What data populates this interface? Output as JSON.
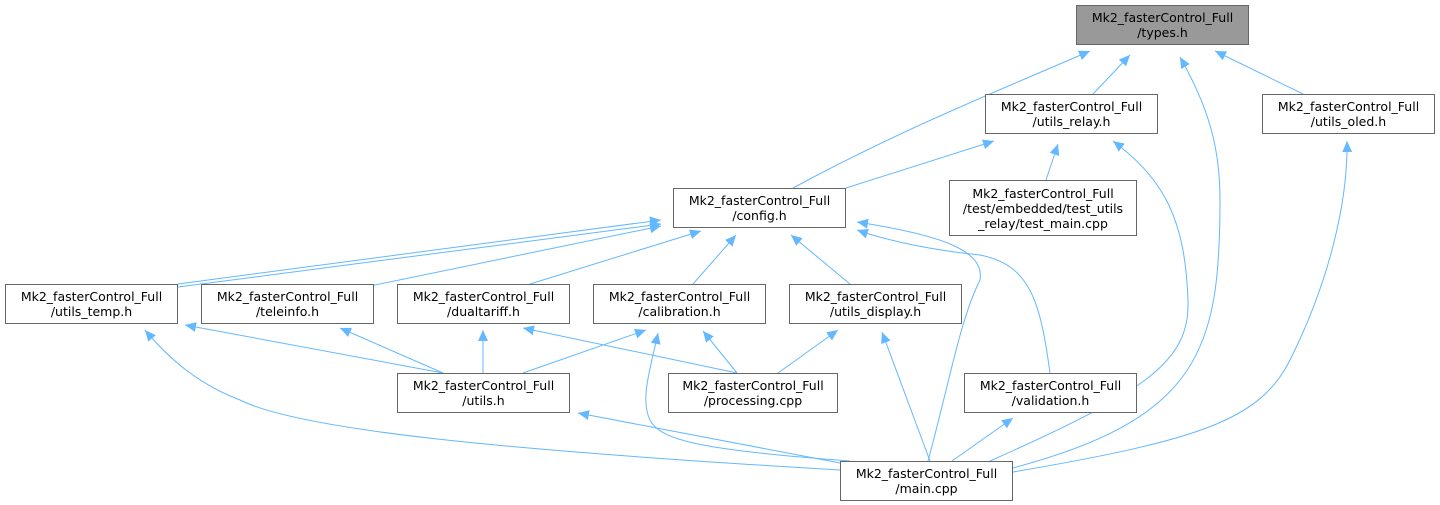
{
  "colors": {
    "edge": "#63b8ff",
    "border": "#666666",
    "root_fill": "#999999"
  },
  "nodes": [
    {
      "id": "types",
      "lines": [
        "Mk2_fasterControl_Full",
        "/types.h"
      ],
      "root": true
    },
    {
      "id": "relay",
      "lines": [
        "Mk2_fasterControl_Full",
        "/utils_relay.h"
      ]
    },
    {
      "id": "oled",
      "lines": [
        "Mk2_fasterControl_Full",
        "/utils_oled.h"
      ]
    },
    {
      "id": "config",
      "lines": [
        "Mk2_fasterControl_Full",
        "/config.h"
      ]
    },
    {
      "id": "testmain",
      "lines": [
        "Mk2_fasterControl_Full",
        "/test/embedded/test_utils",
        "_relay/test_main.cpp"
      ]
    },
    {
      "id": "temp",
      "lines": [
        "Mk2_fasterControl_Full",
        "/utils_temp.h"
      ]
    },
    {
      "id": "teleinfo",
      "lines": [
        "Mk2_fasterControl_Full",
        "/teleinfo.h"
      ]
    },
    {
      "id": "dualtariff",
      "lines": [
        "Mk2_fasterControl_Full",
        "/dualtariff.h"
      ]
    },
    {
      "id": "calibration",
      "lines": [
        "Mk2_fasterControl_Full",
        "/calibration.h"
      ]
    },
    {
      "id": "display",
      "lines": [
        "Mk2_fasterControl_Full",
        "/utils_display.h"
      ]
    },
    {
      "id": "utils",
      "lines": [
        "Mk2_fasterControl_Full",
        "/utils.h"
      ]
    },
    {
      "id": "processing",
      "lines": [
        "Mk2_fasterControl_Full",
        "/processing.cpp"
      ]
    },
    {
      "id": "validation",
      "lines": [
        "Mk2_fasterControl_Full",
        "/validation.h"
      ]
    },
    {
      "id": "main",
      "lines": [
        "Mk2_fasterControl_Full",
        "/main.cpp"
      ]
    }
  ],
  "edges": [
    {
      "from": "relay",
      "to": "types"
    },
    {
      "from": "oled",
      "to": "types"
    },
    {
      "from": "config",
      "to": "types"
    },
    {
      "from": "main",
      "to": "types"
    },
    {
      "from": "config",
      "to": "relay"
    },
    {
      "from": "testmain",
      "to": "relay"
    },
    {
      "from": "main",
      "to": "relay"
    },
    {
      "from": "main",
      "to": "oled"
    },
    {
      "from": "temp",
      "to": "config"
    },
    {
      "from": "temp",
      "to": "config"
    },
    {
      "from": "teleinfo",
      "to": "config"
    },
    {
      "from": "dualtariff",
      "to": "config"
    },
    {
      "from": "calibration",
      "to": "config"
    },
    {
      "from": "display",
      "to": "config"
    },
    {
      "from": "validation",
      "to": "config"
    },
    {
      "from": "main",
      "to": "config"
    },
    {
      "from": "utils",
      "to": "temp"
    },
    {
      "from": "main",
      "to": "temp"
    },
    {
      "from": "utils",
      "to": "teleinfo"
    },
    {
      "from": "utils",
      "to": "dualtariff"
    },
    {
      "from": "processing",
      "to": "dualtariff"
    },
    {
      "from": "utils",
      "to": "calibration"
    },
    {
      "from": "processing",
      "to": "calibration"
    },
    {
      "from": "main",
      "to": "calibration"
    },
    {
      "from": "processing",
      "to": "display"
    },
    {
      "from": "main",
      "to": "display"
    },
    {
      "from": "main",
      "to": "utils"
    },
    {
      "from": "main",
      "to": "validation"
    }
  ]
}
